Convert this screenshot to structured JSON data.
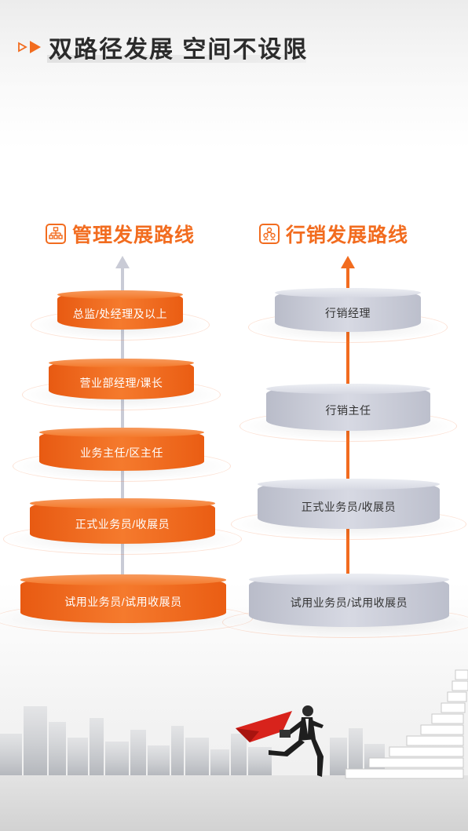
{
  "header": {
    "title": "双路径发展 空间不设限",
    "icon": "play-arrows-icon"
  },
  "colors": {
    "accent": "#f26c1f",
    "gray_disk": "#d0d2dc",
    "text_dark": "#2b2b2b"
  },
  "management_path": {
    "title": "管理发展路线",
    "icon": "org-chart-icon",
    "levels": [
      {
        "label": "总监/处经理及以上"
      },
      {
        "label": "营业部经理/课长"
      },
      {
        "label": "业务主任/区主任"
      },
      {
        "label": "正式业务员/收展员"
      },
      {
        "label": "试用业务员/试用收展员"
      }
    ]
  },
  "sales_path": {
    "title": "行销发展路线",
    "icon": "people-group-icon",
    "levels": [
      {
        "label": "行销经理"
      },
      {
        "label": "行销主任"
      },
      {
        "label": "正式业务员/收展员"
      },
      {
        "label": "试用业务员/试用收展员"
      }
    ]
  },
  "illustration": {
    "subject": "businessman-running-up-stairs",
    "background": "city-skyline"
  }
}
